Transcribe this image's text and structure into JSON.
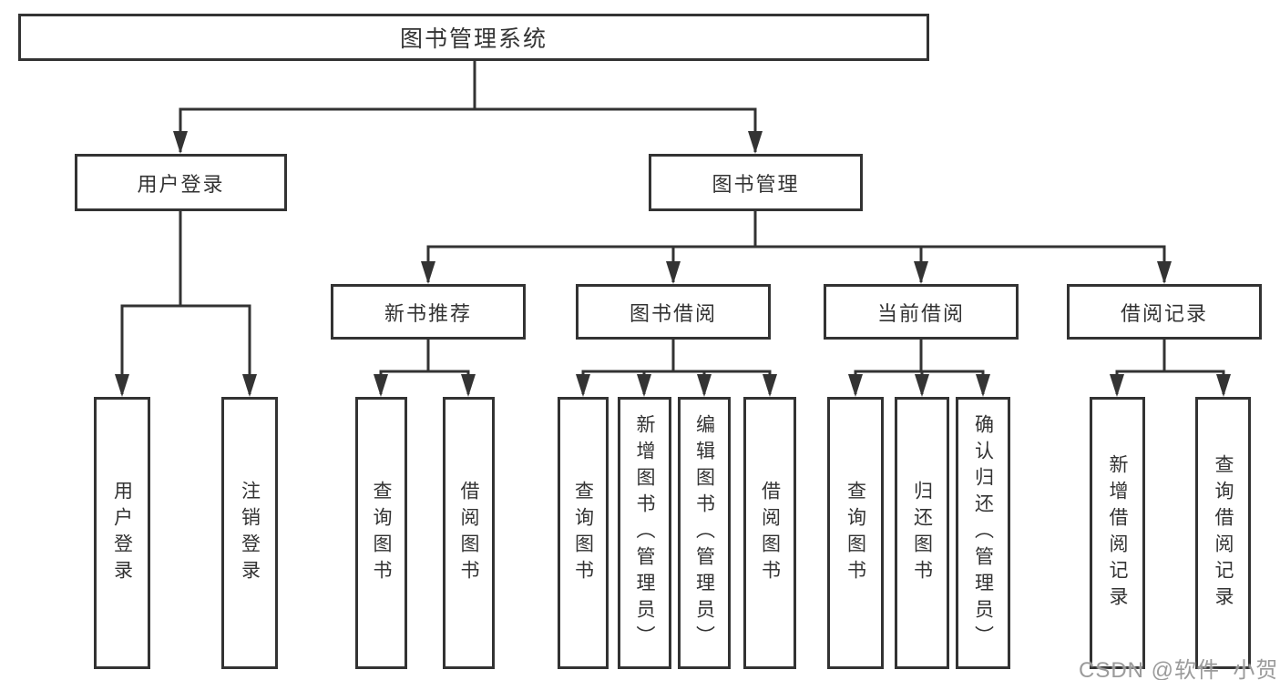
{
  "diagram": {
    "tree": {
      "label": "图书管理系统",
      "children": [
        {
          "label": "用户登录",
          "children": [
            {
              "label": "用户登录"
            },
            {
              "label": "注销登录"
            }
          ]
        },
        {
          "label": "图书管理",
          "children": [
            {
              "label": "新书推荐",
              "children": [
                {
                  "label": "查询图书"
                },
                {
                  "label": "借阅图书"
                }
              ]
            },
            {
              "label": "图书借阅",
              "children": [
                {
                  "label": "查询图书"
                },
                {
                  "label": "新增图书（管理员）"
                },
                {
                  "label": "编辑图书（管理员）"
                },
                {
                  "label": "借阅图书"
                }
              ]
            },
            {
              "label": "当前借阅",
              "children": [
                {
                  "label": "查询图书"
                },
                {
                  "label": "归还图书"
                },
                {
                  "label": "确认归还（管理员）"
                }
              ]
            },
            {
              "label": "借阅记录",
              "children": [
                {
                  "label": "新增借阅记录"
                },
                {
                  "label": "查询借阅记录"
                }
              ]
            }
          ]
        }
      ]
    }
  },
  "watermark": {
    "text": "CSDN @软件_小贺同学"
  },
  "colors": {
    "box_border": "#333333",
    "box_text": "#333333",
    "connector": "#333333",
    "watermark": "#9b9b9b",
    "background": "#ffffff"
  }
}
